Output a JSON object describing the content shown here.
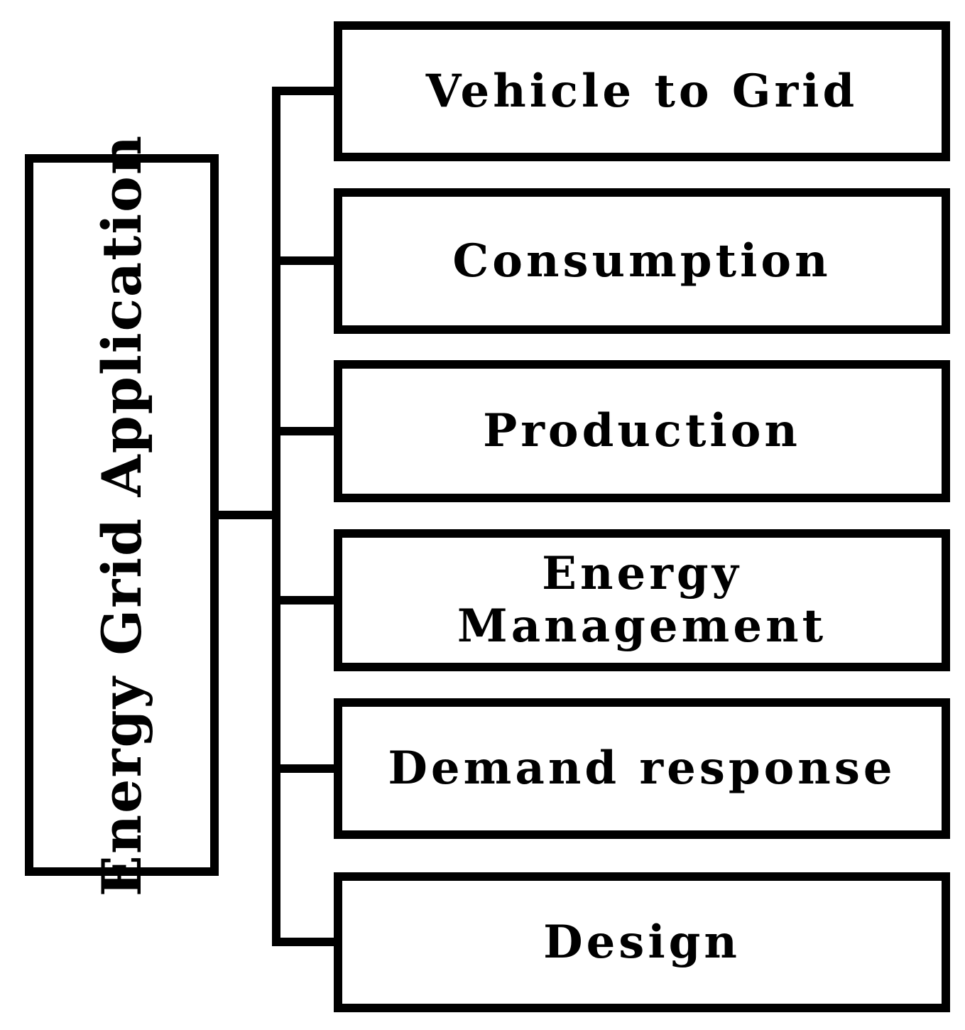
{
  "diagram": {
    "root": {
      "label": "Energy Grid Application"
    },
    "children": [
      {
        "label": "Vehicle to Grid"
      },
      {
        "label": "Consumption"
      },
      {
        "label": "Production"
      },
      {
        "label": "Energy\nManagement"
      },
      {
        "label": "Demand response"
      },
      {
        "label": "Design"
      }
    ],
    "colors": {
      "line": "#000000",
      "text": "#000000",
      "background": "#ffffff"
    }
  }
}
